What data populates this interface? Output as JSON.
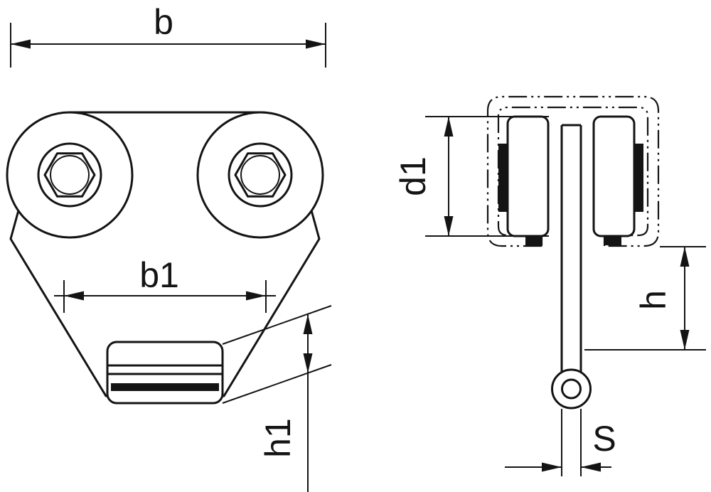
{
  "theme": {
    "bg": "#ffffff",
    "line": "#141414"
  },
  "drawing": {
    "front_view": {
      "dim_b": "b",
      "dim_b1": "b1",
      "dim_h1": "h1"
    },
    "side_view": {
      "dim_d1": "d1",
      "dim_h": "h",
      "dim_s": "S"
    }
  }
}
